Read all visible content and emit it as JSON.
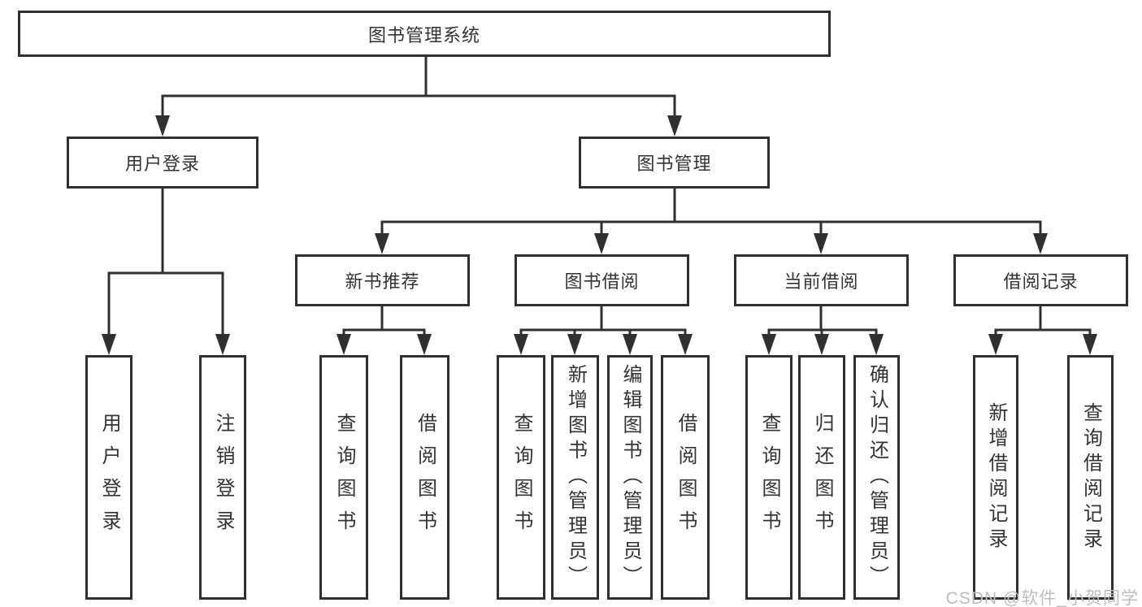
{
  "diagram": {
    "type": "hierarchy-tree",
    "root": {
      "label": "图书管理系统",
      "children": [
        {
          "label": "用户登录",
          "children": [
            {
              "label": "用户登录"
            },
            {
              "label": "注销登录"
            }
          ]
        },
        {
          "label": "图书管理",
          "children": [
            {
              "label": "新书推荐",
              "children": [
                {
                  "label": "查询图书"
                },
                {
                  "label": "借阅图书"
                }
              ]
            },
            {
              "label": "图书借阅",
              "children": [
                {
                  "label": "查询图书"
                },
                {
                  "label": "新增图书（管理员）"
                },
                {
                  "label": "编辑图书（管理员）"
                },
                {
                  "label": "借阅图书"
                }
              ]
            },
            {
              "label": "当前借阅",
              "children": [
                {
                  "label": "查询图书"
                },
                {
                  "label": "归还图书"
                },
                {
                  "label": "确认归还（管理员）"
                }
              ]
            },
            {
              "label": "借阅记录",
              "children": [
                {
                  "label": "新增借阅记录"
                },
                {
                  "label": "查询借阅记录"
                }
              ]
            }
          ]
        }
      ]
    }
  },
  "watermark": {
    "text": "CSDN @软件_小贺同学",
    "color": "#bdbdbd"
  },
  "colors": {
    "line": "#303030",
    "box_border": "#303030",
    "box_fill": "#ffffff",
    "text": "#333333",
    "background": "#ffffff"
  }
}
